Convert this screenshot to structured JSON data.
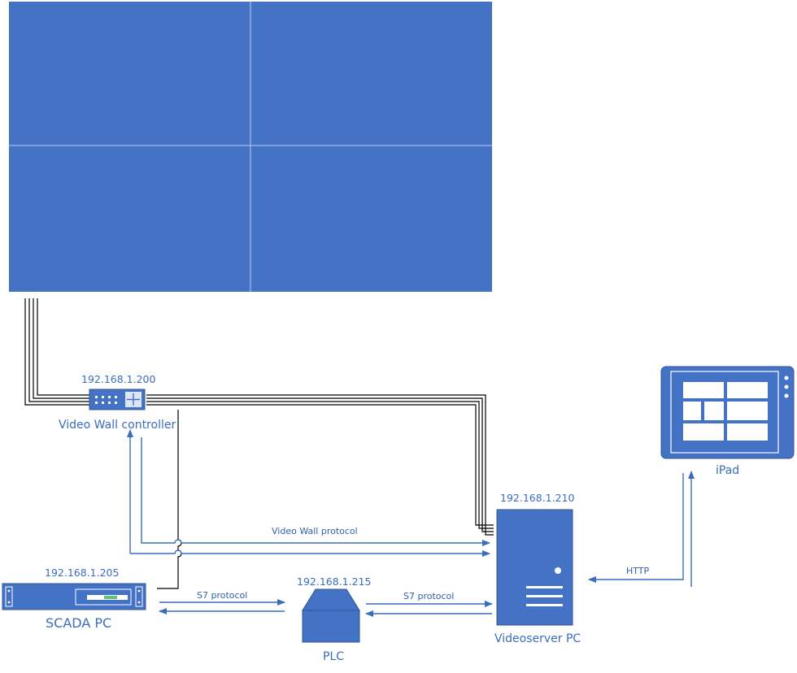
{
  "colors": {
    "device_fill": "#4472c4",
    "line": "#3a6cc0",
    "cable": "#000000",
    "text": "#3a6cc0"
  },
  "video_wall": {
    "panels": 4,
    "icon": "video-wall-display"
  },
  "controller": {
    "ip": "192.168.1.200",
    "label": "Video Wall controller",
    "icon": "network-switch-icon"
  },
  "ipad": {
    "label": "iPad",
    "icon": "tablet-icon"
  },
  "videoserver": {
    "ip": "192.168.1.210",
    "label": "Videoserver PC",
    "icon": "tower-server-icon"
  },
  "scada": {
    "ip": "192.168.1.205",
    "label": "SCADA PC",
    "icon": "rack-server-icon"
  },
  "plc": {
    "ip": "192.168.1.215",
    "label": "PLC",
    "icon": "plc-icon"
  },
  "protocols": {
    "video_wall": "Video Wall protocol",
    "s7_left": "S7 protocol",
    "s7_right": "S7 protocol",
    "http": "HTTP"
  }
}
